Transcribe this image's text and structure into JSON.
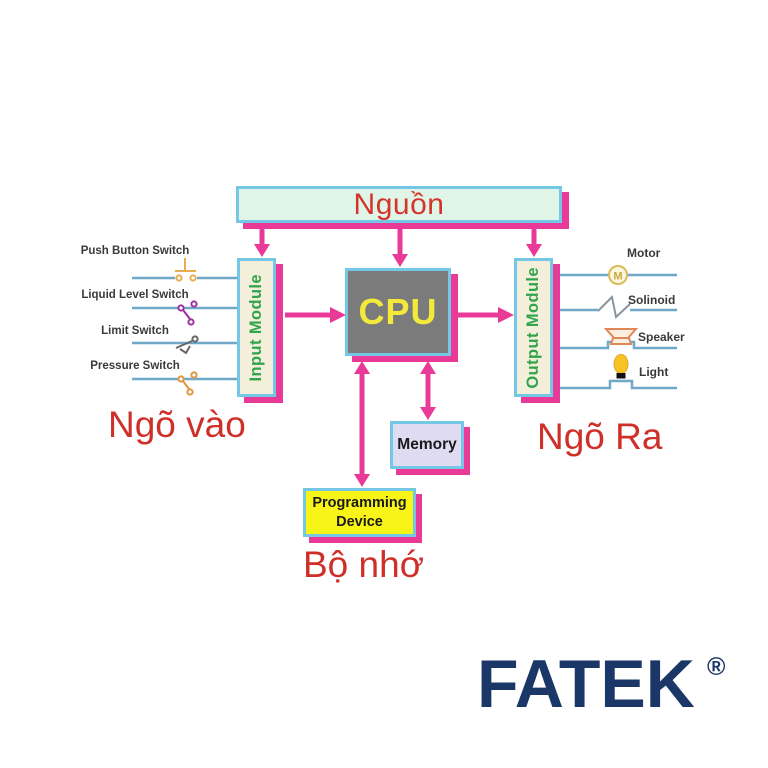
{
  "diagram": {
    "power": {
      "label": "Nguồn"
    },
    "input_module": {
      "label": "Input Module"
    },
    "cpu": {
      "label": "CPU"
    },
    "output_module": {
      "label": "Output Module"
    },
    "memory": {
      "label": "Memory"
    },
    "programming_device": {
      "line1": "Programming",
      "line2": "Device"
    },
    "section_labels": {
      "inputs": "Ngõ vào",
      "outputs": "Ngõ Ra",
      "memory": "Bộ nhớ"
    }
  },
  "inputs": {
    "items": [
      {
        "label": "Push Button Switch",
        "icon": "push-button-switch-icon"
      },
      {
        "label": "Liquid Level Switch",
        "icon": "liquid-level-switch-icon"
      },
      {
        "label": "Limit Switch",
        "icon": "limit-switch-icon"
      },
      {
        "label": "Pressure Switch",
        "icon": "pressure-switch-icon"
      }
    ]
  },
  "outputs": {
    "motor_symbol_letter": "M",
    "items": [
      {
        "label": "Motor",
        "icon": "motor-icon"
      },
      {
        "label": "Solinoid",
        "icon": "solenoid-icon"
      },
      {
        "label": "Speaker",
        "icon": "speaker-icon"
      },
      {
        "label": "Light",
        "icon": "light-bulb-icon"
      }
    ]
  },
  "branding": {
    "logo": "FATEK",
    "registered_mark": "®"
  },
  "colors": {
    "accent_magenta": "#E93A97",
    "border_cyan": "#74C8E6",
    "power_fill": "#DFF5E8",
    "module_fill": "#F4EFDB",
    "module_text_green": "#2FA44B",
    "cpu_fill": "#7B7B7B",
    "cpu_text_yellow": "#F3E93B",
    "memory_fill": "#DEDBF2",
    "programming_fill": "#F8F418",
    "red_label": "#CF2F29",
    "wire_blue": "#6FA8C8",
    "logo_navy": "#1B3768"
  }
}
